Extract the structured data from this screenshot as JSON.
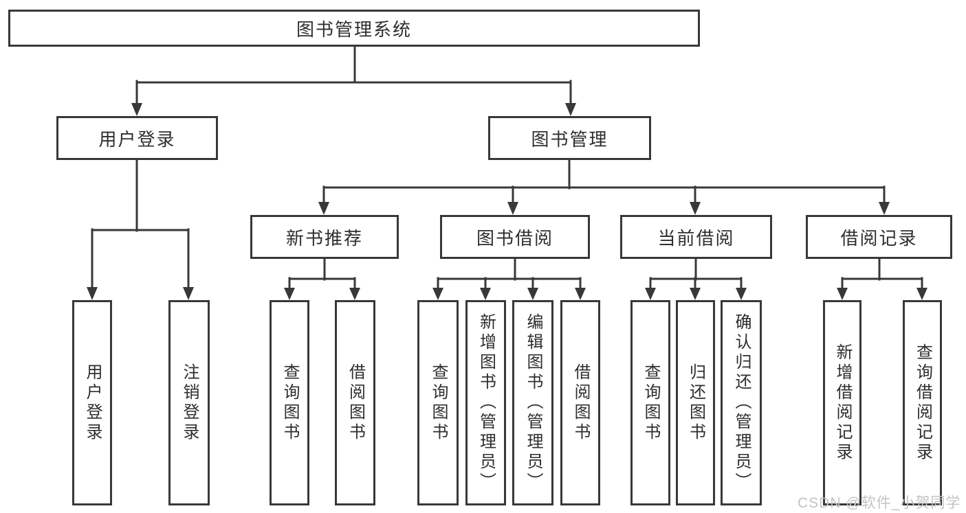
{
  "diagram": {
    "title": "图书管理系统",
    "root": {
      "label": "图书管理系统"
    },
    "branches": [
      {
        "label": "用户登录"
      },
      {
        "label": "图书管理"
      }
    ],
    "sections": [
      {
        "label": "新书推荐"
      },
      {
        "label": "图书借阅"
      },
      {
        "label": "当前借阅"
      },
      {
        "label": "借阅记录"
      }
    ],
    "leaves": [
      {
        "label": "用户登录",
        "parent": "用户登录"
      },
      {
        "label": "注销登录",
        "parent": "用户登录"
      },
      {
        "label": "查询图书",
        "parent": "新书推荐"
      },
      {
        "label": "借阅图书",
        "parent": "新书推荐"
      },
      {
        "label": "查询图书",
        "parent": "图书借阅"
      },
      {
        "label": "新增图书（管理员）",
        "parent": "图书借阅"
      },
      {
        "label": "编辑图书（管理员）",
        "parent": "图书借阅"
      },
      {
        "label": "借阅图书",
        "parent": "图书借阅"
      },
      {
        "label": "查询图书",
        "parent": "当前借阅"
      },
      {
        "label": "归还图书",
        "parent": "当前借阅"
      },
      {
        "label": "确认归还（管理员）",
        "parent": "当前借阅"
      },
      {
        "label": "新增借阅记录",
        "parent": "借阅记录"
      },
      {
        "label": "查询借阅记录",
        "parent": "借阅记录"
      }
    ]
  },
  "watermark": {
    "text": "CSDN @软件_小贺同学"
  },
  "colors": {
    "line": "#383838",
    "text": "#2e2e2e",
    "watermark": "#c3c3c3",
    "background": "#ffffff"
  }
}
